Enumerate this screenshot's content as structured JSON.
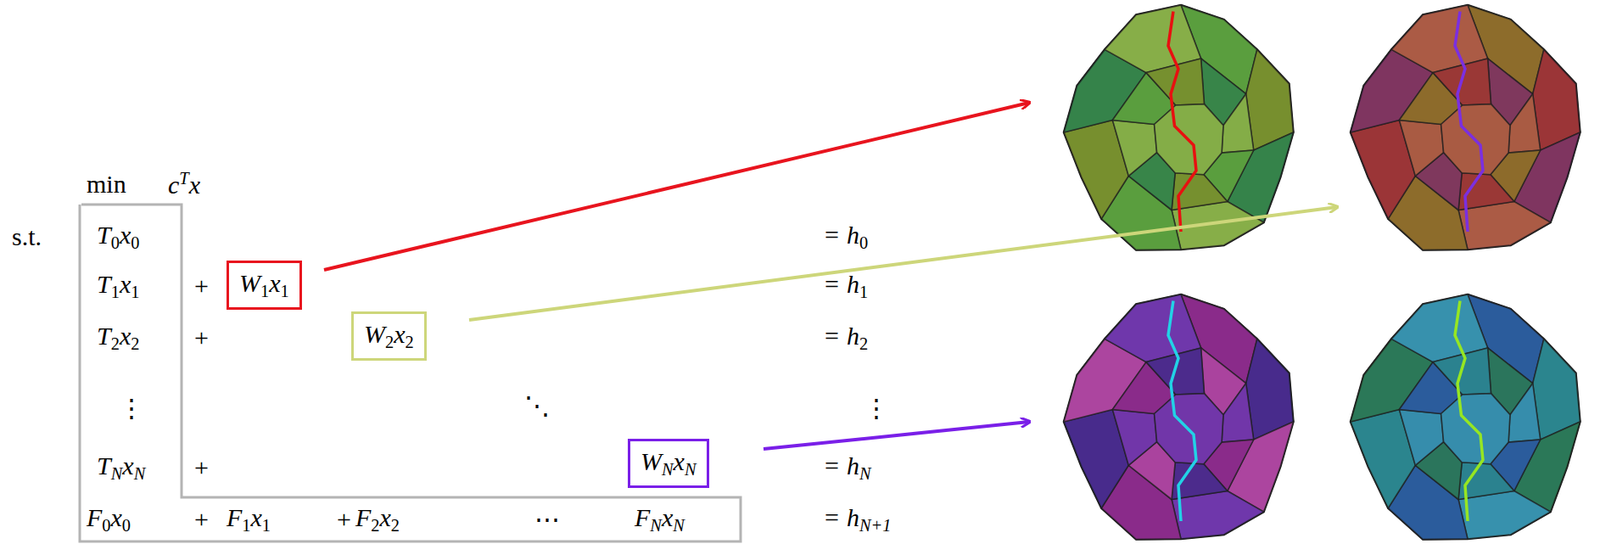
{
  "diagram": {
    "nodes": [
      {
        "text": [
          "W",
          "1",
          "x",
          "1"
        ]
      },
      {
        "text": [
          "W",
          "2",
          "x",
          "2"
        ]
      },
      {
        "text": [
          "W",
          "N",
          "x",
          "N"
        ]
      }
    ],
    "edges": [],
    "labels": [
      "min",
      "c",
      "T",
      "x",
      "s.t.",
      "T",
      "0",
      "x",
      "0",
      "=",
      "h",
      "0",
      "T",
      "1",
      "x",
      "1",
      "+",
      "=",
      "h",
      "1",
      "T",
      "2",
      "x",
      "2",
      "+",
      "=",
      "h",
      "2",
      "⋮",
      "⋱",
      "⋮",
      "T",
      "N",
      "x",
      "N",
      "+",
      "=",
      "h",
      "N",
      "F",
      "0",
      "x",
      "0",
      "+",
      "F",
      "1",
      "x",
      "1",
      "+",
      "F",
      "2",
      "x",
      "2",
      "⋯",
      "F",
      "N",
      "x",
      "N",
      "=",
      "h",
      "N+1"
    ]
  }
}
